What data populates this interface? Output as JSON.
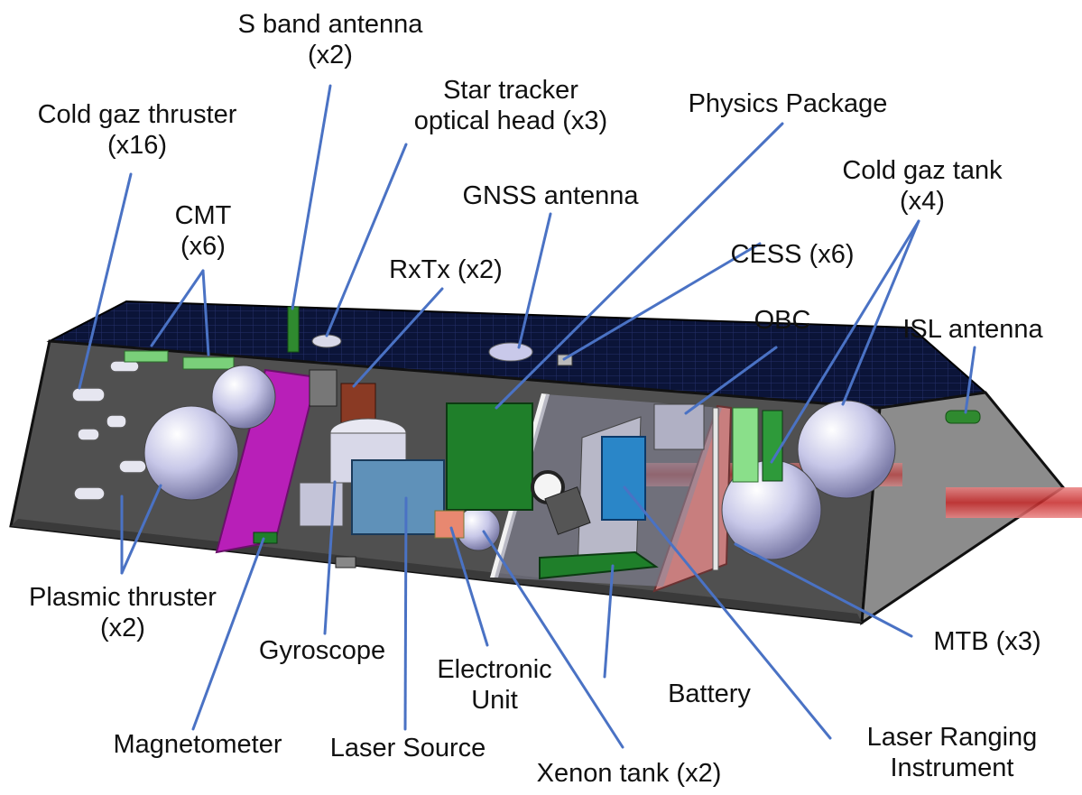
{
  "colors": {
    "leader": "#4a72c4",
    "solar_panel": "#0b1438",
    "hull": "#4d4d4d",
    "hull_edge": "#1a1a1a",
    "sphere": "#c9c9ea",
    "magenta_panel": "#b81fb8",
    "green_block": "#1f7f2a",
    "blue_block": "#2a86c8",
    "laser_beam": "#d93a3a",
    "wall_pink": "#c88080"
  },
  "labels": {
    "s_band_antenna": [
      "S band antenna",
      "(x2)"
    ],
    "star_tracker": [
      "Star tracker",
      "optical head (x3)"
    ],
    "physics_package": [
      "Physics Package"
    ],
    "cold_gaz_thruster": [
      "Cold gaz thruster",
      "(x16)"
    ],
    "cold_gaz_tank": [
      "Cold gaz tank",
      "(x4)"
    ],
    "gnss_antenna": [
      "GNSS antenna"
    ],
    "cmt": [
      "CMT",
      "(x6)"
    ],
    "cess": [
      "CESS (x6)"
    ],
    "rxtx": [
      "RxTx (x2)"
    ],
    "obc": [
      "OBC"
    ],
    "isl_antenna": [
      "ISL antenna"
    ],
    "plasmic_thruster": [
      "Plasmic thruster",
      "(x2)"
    ],
    "mtb": [
      "MTB (x3)"
    ],
    "gyroscope": [
      "Gyroscope"
    ],
    "electronic_unit": [
      "Electronic",
      "Unit"
    ],
    "battery": [
      "Battery"
    ],
    "magnetometer": [
      "Magnetometer"
    ],
    "laser_source": [
      "Laser Source"
    ],
    "laser_ranging_instrument": [
      "Laser Ranging",
      "Instrument"
    ],
    "xenon_tank": [
      "Xenon tank (x2)"
    ]
  }
}
